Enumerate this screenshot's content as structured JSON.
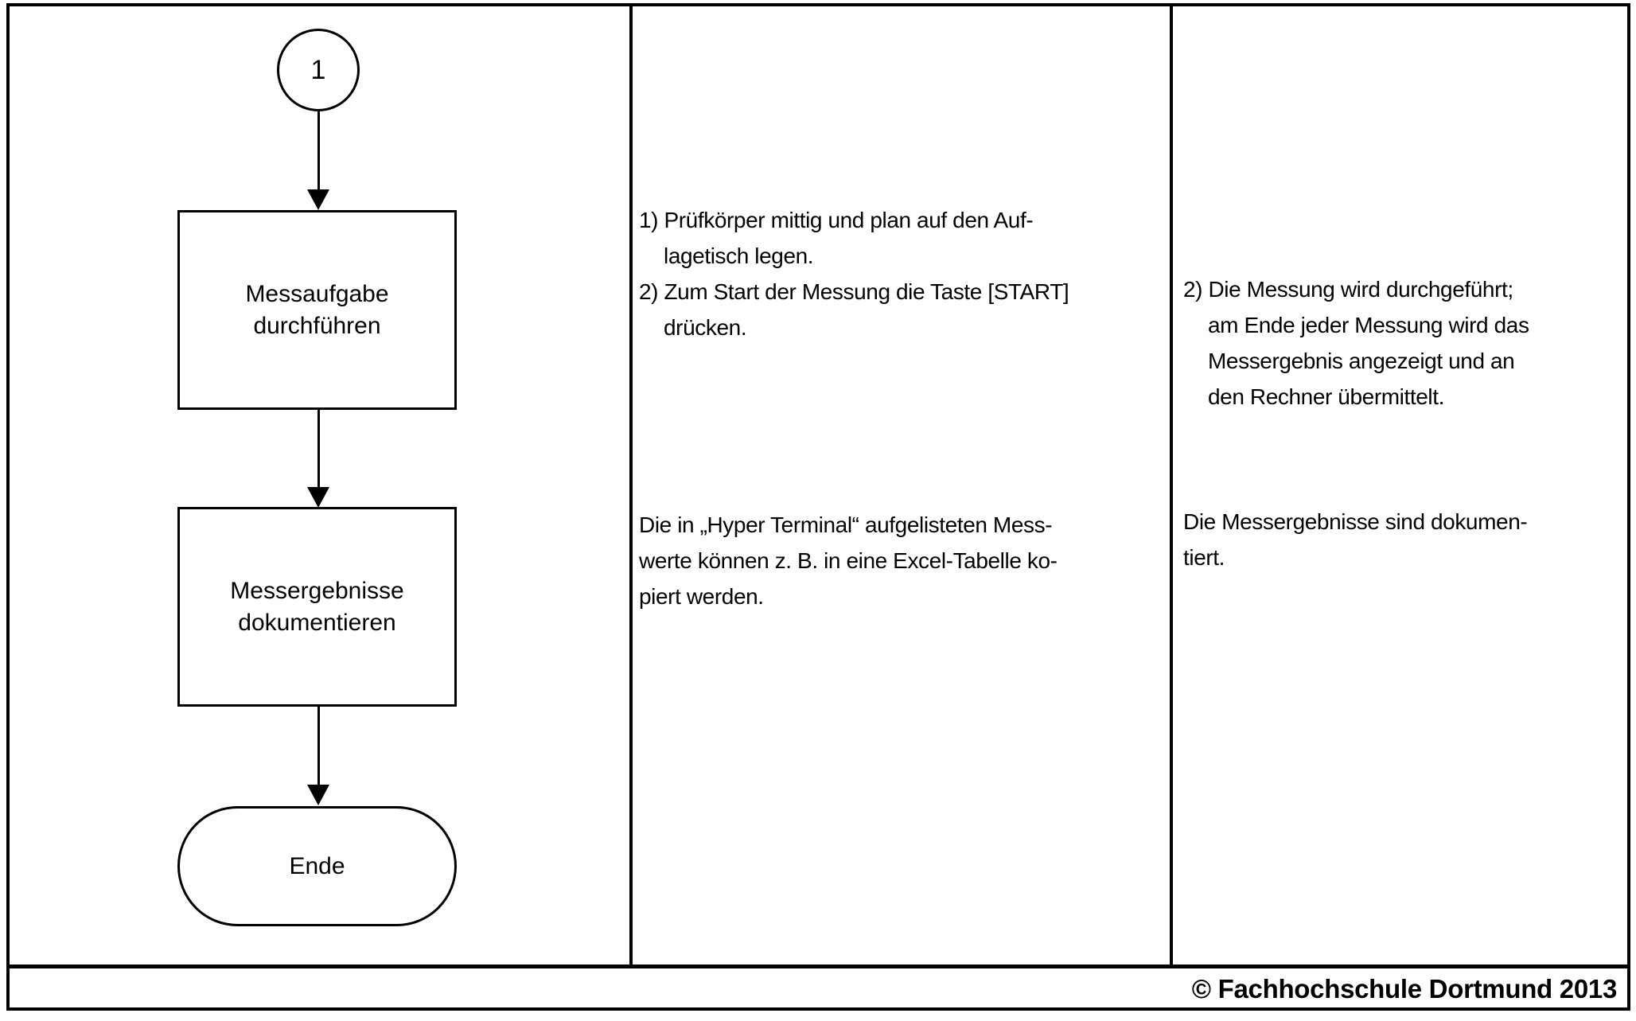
{
  "page": {
    "background_color": "#ffffff",
    "line_color": "#000000",
    "footer": {
      "copyright": "© Fachhochschule Dortmund 2013"
    }
  },
  "flowchart_column": {
    "connector_label": "1",
    "process_node_1": "Messaufgabe\ndurchführen",
    "process_node_2": "Messergebnisse\ndokumentieren",
    "terminator_node": "Ende"
  },
  "instructions_column": {
    "steps": {
      "lines": [
        "1) Prüfkörper mittig und plan auf den Auf-",
        "lagetisch legen.",
        "2) Zum Start der Messung die Taste [START]",
        "drücken."
      ]
    },
    "documentation": {
      "lines": [
        "Die in „Hyper Terminal“ aufgelisteten Mess-",
        "werte können z. B. in eine Excel-Tabelle ko-",
        "piert werden."
      ]
    }
  },
  "results_column": {
    "measurement": {
      "lines": [
        "2) Die Messung wird durchgeführt;",
        "am Ende jeder Messung wird das",
        "Messergebnis angezeigt und an",
        "den Rechner übermittelt."
      ]
    },
    "documented": {
      "lines": [
        "Die Messergebnisse sind dokumen-",
        "tiert."
      ]
    }
  }
}
